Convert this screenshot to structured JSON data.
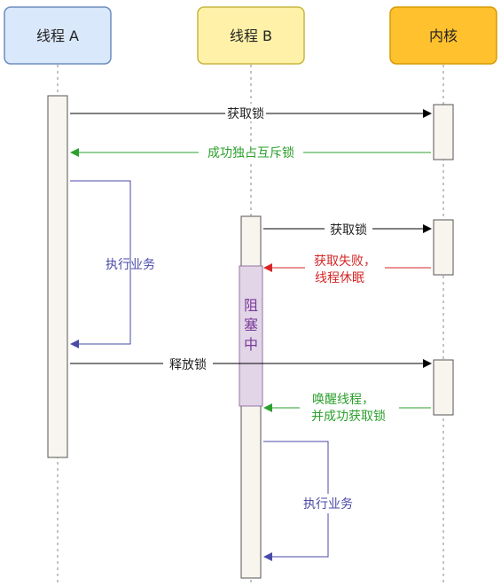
{
  "participants": {
    "thread_a": "线程 A",
    "thread_b": "线程 B",
    "kernel": "内核"
  },
  "messages": {
    "a_acquire": "获取锁",
    "a_acquire_success": "成功独占互斥锁",
    "a_execute": "执行业务",
    "b_acquire": "获取锁",
    "b_fail_line1": "获取失败，",
    "b_fail_line2": "线程休眠",
    "b_blocked_1": "阻",
    "b_blocked_2": "塞",
    "b_blocked_3": "中",
    "a_release": "释放锁",
    "b_wake_line1": "唤醒线程，",
    "b_wake_line2": "并成功获取锁",
    "b_execute": "执行业务"
  },
  "colors": {
    "thread_a_fill": "#dae8fc",
    "thread_a_stroke": "#6c8ebf",
    "thread_b_fill": "#fff2a8",
    "thread_b_stroke": "#c9b640",
    "kernel_fill": "#ffc12e",
    "kernel_stroke": "#d79b00",
    "activation_fill": "#f7f5ee",
    "blocked_fill": "#e1d5e7",
    "blocked_stroke": "#9673a6",
    "black_arrow": "#000000",
    "green_arrow": "#2ca02c",
    "red_arrow": "#d62728",
    "blue_arrow": "#4a4aa8"
  }
}
